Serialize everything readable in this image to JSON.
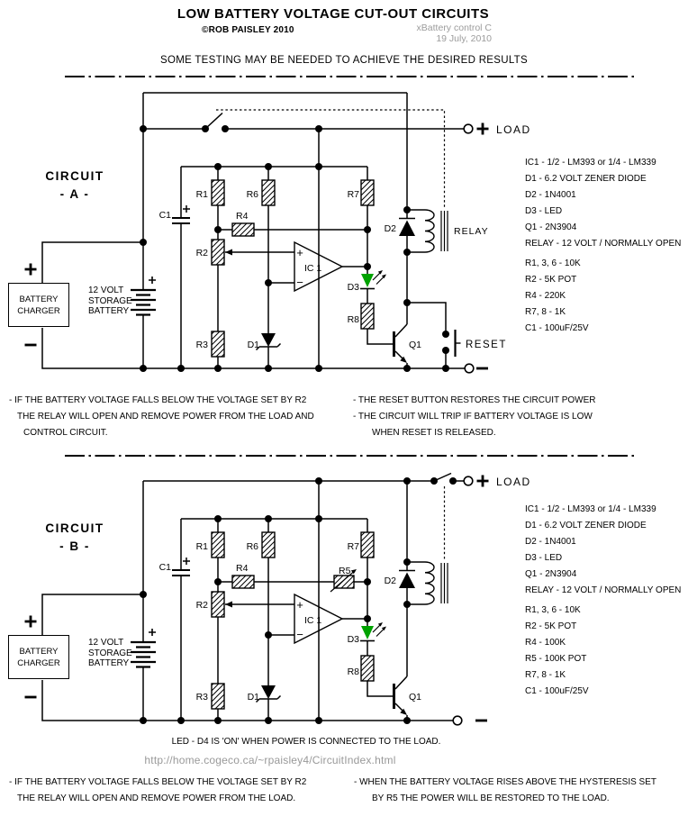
{
  "header": {
    "title": "LOW BATTERY VOLTAGE CUT-OUT CIRCUITS",
    "copyright": "©ROB PAISLEY 2010",
    "watermark_line1": "xBattery control C",
    "watermark_line2": "19 July, 2010",
    "subtitle": "SOME TESTING MAY BE NEEDED TO ACHIEVE THE DESIRED RESULTS"
  },
  "sch": {
    "r1": "R1",
    "r2": "R2",
    "r3": "R3",
    "r4": "R4",
    "r5": "R5",
    "r6": "R6",
    "r7": "R7",
    "r8": "R8",
    "c1": "C1",
    "d1": "D1",
    "d2": "D2",
    "d3": "D3",
    "q1": "Q1",
    "ic1": "IC 1",
    "opamp_plus": "+",
    "opamp_minus": "−",
    "relay": "RELAY",
    "reset": "RESET",
    "load": "LOAD"
  },
  "circuit_a": {
    "name_line1": "CIRCUIT",
    "name_line2": "- A -",
    "charger_line1": "BATTERY",
    "charger_line2": "CHARGER",
    "battery_line1": "12 VOLT",
    "battery_line2": "STORAGE",
    "battery_line3": "BATTERY",
    "parts": [
      "IC1 - 1/2 - LM393 or 1/4 - LM339",
      "D1 - 6.2 VOLT ZENER DIODE",
      "D2 - 1N4001",
      "D3 - LED",
      "Q1 - 2N3904",
      "RELAY - 12 VOLT / NORMALLY OPEN",
      "R1, 3, 6 - 10K",
      "R2 - 5K POT",
      "R4 - 220K",
      "R7, 8 - 1K",
      "C1 - 100uF/25V"
    ],
    "notes_left": [
      "- IF THE BATTERY VOLTAGE FALLS BELOW THE VOLTAGE SET BY R2",
      "THE RELAY WILL OPEN AND REMOVE POWER FROM THE LOAD AND",
      "CONTROL CIRCUIT."
    ],
    "notes_right": [
      "- THE RESET BUTTON RESTORES THE CIRCUIT POWER",
      "- THE CIRCUIT WILL TRIP IF BATTERY VOLTAGE IS LOW",
      "WHEN RESET IS RELEASED."
    ]
  },
  "circuit_b": {
    "name_line1": "CIRCUIT",
    "name_line2": "- B -",
    "charger_line1": "BATTERY",
    "charger_line2": "CHARGER",
    "battery_line1": "12 VOLT",
    "battery_line2": "STORAGE",
    "battery_line3": "BATTERY",
    "parts": [
      "IC1 - 1/2 - LM393 or 1/4 - LM339",
      "D1 - 6.2 VOLT ZENER DIODE",
      "D2 - 1N4001",
      "D3 - LED",
      "Q1 - 2N3904",
      "RELAY - 12 VOLT / NORMALLY OPEN",
      "R1, 3, 6 - 10K",
      "R2 - 5K POT",
      "R4 - 100K",
      "R5 - 100K POT",
      "R7, 8 - 1K",
      "C1 - 100uF/25V"
    ],
    "notes_left": [
      "- IF THE BATTERY VOLTAGE FALLS BELOW THE VOLTAGE SET BY R2",
      "THE RELAY WILL OPEN AND REMOVE POWER FROM THE LOAD."
    ],
    "notes_right": [
      "- WHEN THE BATTERY VOLTAGE RISES ABOVE THE HYSTERESIS SET",
      "BY R5 THE POWER WILL BE RESTORED TO THE LOAD."
    ]
  },
  "footer": {
    "led_note": "LED - D4 IS 'ON' WHEN POWER IS CONNECTED TO THE LOAD.",
    "url": "http://home.cogeco.ca/~rpaisley4/CircuitIndex.html"
  },
  "colors": {
    "led_green": "#00A200",
    "muted_gray": "#9C9C9C",
    "url_gray": "#999999",
    "line_black": "#000000"
  }
}
